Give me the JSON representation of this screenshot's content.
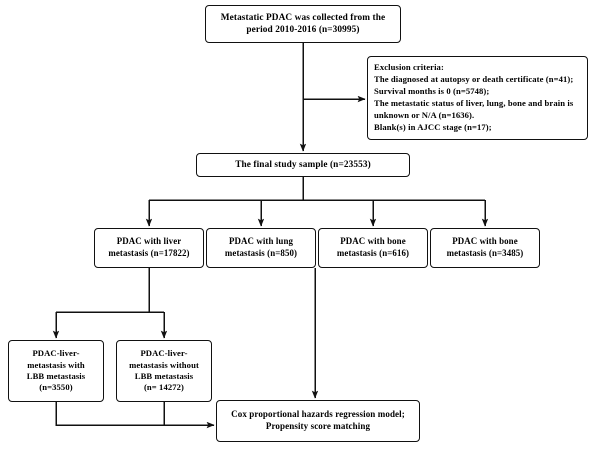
{
  "figure": {
    "type": "flowchart",
    "title": "Study population selection flowchart",
    "line_color": "#111111",
    "box_fill": "#ffffff",
    "text_color": "#000000"
  },
  "nodes": {
    "source": {
      "id": "source-cohort",
      "text": "Metastatic PDAC was collected from the\nperiod 2010-2016 (n=30995)",
      "n": 30995
    },
    "exclusion": {
      "id": "exclusion-criteria",
      "text": "Exclusion criteria:\nThe diagnosed at autopsy or death certificate (n=41);\nSurvival months is 0 (n=5748);\nThe metastatic status of liver, lung, bone and brain is\nunknown or N/A (n=1636).\nBlank(s) in AJCC stage (n=17);",
      "items": [
        {
          "label": "Exclusion criteria:",
          "n": null
        },
        {
          "label": "The diagnosed at autopsy or death certificate",
          "n": 41
        },
        {
          "label": "Survival months is 0",
          "n": 5748
        },
        {
          "label": "The metastatic status of liver, lung, bone and brain is unknown or N/A",
          "n": 1636
        },
        {
          "label": "Blank(s) in AJCC stage",
          "n": 17
        }
      ]
    },
    "final_sample": {
      "id": "final-study-sample",
      "text": "The final study sample (n=23553)",
      "n": 23553
    },
    "liver": {
      "id": "pdac-liver-metastasis",
      "text": "PDAC with liver\nmetastasis (n=17822)",
      "n": 17822
    },
    "lung": {
      "id": "pdac-lung-metastasis",
      "text": "PDAC with lung\nmetastasis (n=850)",
      "n": 850
    },
    "bone_616": {
      "id": "pdac-bone-metastasis-616",
      "text": "PDAC with bone\nmetastasis (n=616)",
      "n": 616
    },
    "bone_3485": {
      "id": "pdac-bone-metastasis-3485",
      "text": "PDAC with bone\nmetastasis (n=3485)",
      "n": 3485
    },
    "lbb_with": {
      "id": "liver-with-lbb",
      "text": "PDAC-liver-\nmetastasis with\nLBB metastasis\n(n=3550)",
      "n": 3550
    },
    "lbb_without": {
      "id": "liver-without-lbb",
      "text": "PDAC-liver-\nmetastasis without\nLBB metastasis\n(n= 14272)",
      "n": 14272
    },
    "analysis": {
      "id": "statistical-analysis",
      "text": "Cox proportional hazards regression model;\nPropensity score matching",
      "methods": [
        "Cox proportional hazards regression model;",
        "Propensity score matching"
      ]
    }
  },
  "edges": [
    {
      "from": "source",
      "to": "final_sample",
      "kind": "vertical-trunk"
    },
    {
      "from": "source_trunk",
      "to": "exclusion",
      "kind": "branch-right"
    },
    {
      "from": "final_sample",
      "to": "liver",
      "kind": "split-bus"
    },
    {
      "from": "final_sample",
      "to": "lung",
      "kind": "split-bus"
    },
    {
      "from": "final_sample",
      "to": "bone_616",
      "kind": "split-bus"
    },
    {
      "from": "final_sample",
      "to": "bone_3485",
      "kind": "split-bus"
    },
    {
      "from": "liver",
      "to": "lbb_with",
      "kind": "split-bus"
    },
    {
      "from": "liver",
      "to": "lbb_without",
      "kind": "split-bus"
    },
    {
      "from": "bone_616",
      "to": "analysis",
      "kind": "vertical"
    },
    {
      "from": "lbb_with",
      "to": "analysis",
      "kind": "merge-right"
    },
    {
      "from": "lbb_without",
      "to": "analysis",
      "kind": "merge-right"
    }
  ]
}
